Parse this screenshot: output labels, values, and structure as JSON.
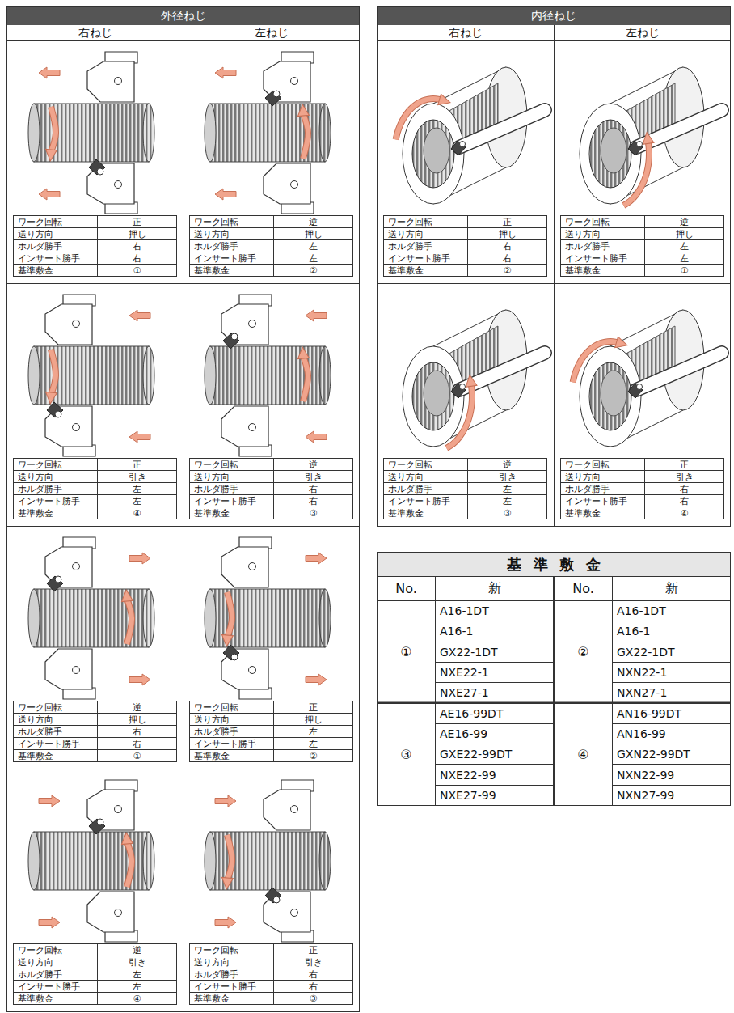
{
  "diagram": {
    "nodes": [
      {
        "text": [
          "外径ねじ"
        ]
      },
      {
        "text": [
          "内径ねじ"
        ]
      },
      {
        "text": [
          "基準敷金"
        ]
      }
    ],
    "labels": [
      "右ねじ",
      "左ねじ",
      "ワーク回転",
      "正",
      "送り方向",
      "押し",
      "ホルダ勝手",
      "右",
      "インサート勝手",
      "右",
      "基準敷金",
      "①",
      "ワーク回転",
      "逆",
      "送り方向",
      "押し",
      "ホルダ勝手",
      "左",
      "インサート勝手",
      "左",
      "基準敷金",
      "②",
      "ワーク回転",
      "正",
      "送り方向",
      "引き",
      "ホルダ勝手",
      "左",
      "インサート勝手",
      "左",
      "基準敷金",
      "④",
      "ワーク回転",
      "逆",
      "送り方向",
      "引き",
      "ホルダ勝手",
      "右",
      "インサート勝手",
      "右",
      "基準敷金",
      "③",
      "ワーク回転",
      "逆",
      "送り方向",
      "押し",
      "ホルダ勝手",
      "右",
      "インサート勝手",
      "右",
      "基準敷金",
      "①",
      "ワーク回転",
      "正",
      "送り方向",
      "押し",
      "ホルダ勝手",
      "左",
      "インサート勝手",
      "左",
      "基準敷金",
      "②",
      "ワーク回転",
      "逆",
      "送り方向",
      "引き",
      "ホルダ勝手",
      "左",
      "インサート勝手",
      "左",
      "基準敷金",
      "④",
      "ワーク回転",
      "正",
      "送り方向",
      "引き",
      "ホルダ勝手",
      "右",
      "インサート勝手",
      "右",
      "基準敷金",
      "③",
      "右ねじ",
      "左ねじ",
      "ワーク回転",
      "正",
      "送り方向",
      "押し",
      "ホルダ勝手",
      "右",
      "インサート勝手",
      "右",
      "基準敷金",
      "②",
      "ワーク回転",
      "逆",
      "送り方向",
      "押し",
      "ホルダ勝手",
      "左",
      "インサート勝手",
      "左",
      "基準敷金",
      "①",
      "ワーク回転",
      "逆",
      "送り方向",
      "引き",
      "ホルダ勝手",
      "左",
      "インサート勝手",
      "左",
      "基準敷金",
      "③",
      "ワーク回転",
      "正",
      "送り方向",
      "引き",
      "ホルダ勝手",
      "右",
      "インサート勝手",
      "右",
      "基準敷金",
      "④",
      "No.",
      "新",
      "No.",
      "新",
      "①",
      "A16-1DT",
      "A16-1",
      "GX22-1DT",
      "NXE22-1",
      "NXE27-1",
      "②",
      "A16-1DT",
      "A16-1",
      "GX22-1DT",
      "NXN22-1",
      "NXN27-1",
      "③",
      "AE16-99DT",
      "AE16-99",
      "GXE22-99DT",
      "NXE22-99",
      "NXE27-99",
      "④",
      "AN16-99DT",
      "AN16-99",
      "GXN22-99DT",
      "NXN22-99",
      "NXN27-99"
    ]
  }
}
